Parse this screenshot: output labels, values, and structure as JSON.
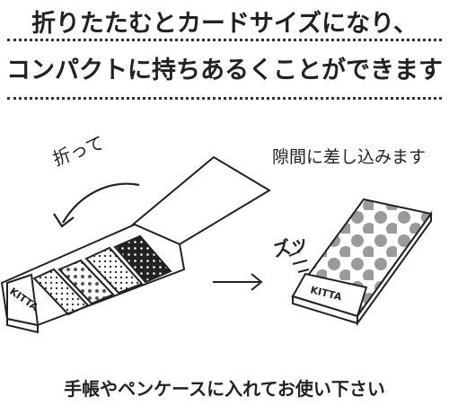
{
  "headline": {
    "line1": "折りたたむとカードサイズになり、",
    "line2": "コンパクトに持ちあるくことができます"
  },
  "annotations": {
    "fold": "折って",
    "insert": "隙間に差し込みます",
    "sound": "ズッ"
  },
  "product": {
    "brand_open": "KITTA",
    "brand_folded": "KITTA"
  },
  "footer": "手帳やペンケースに入れてお使い下さい"
}
